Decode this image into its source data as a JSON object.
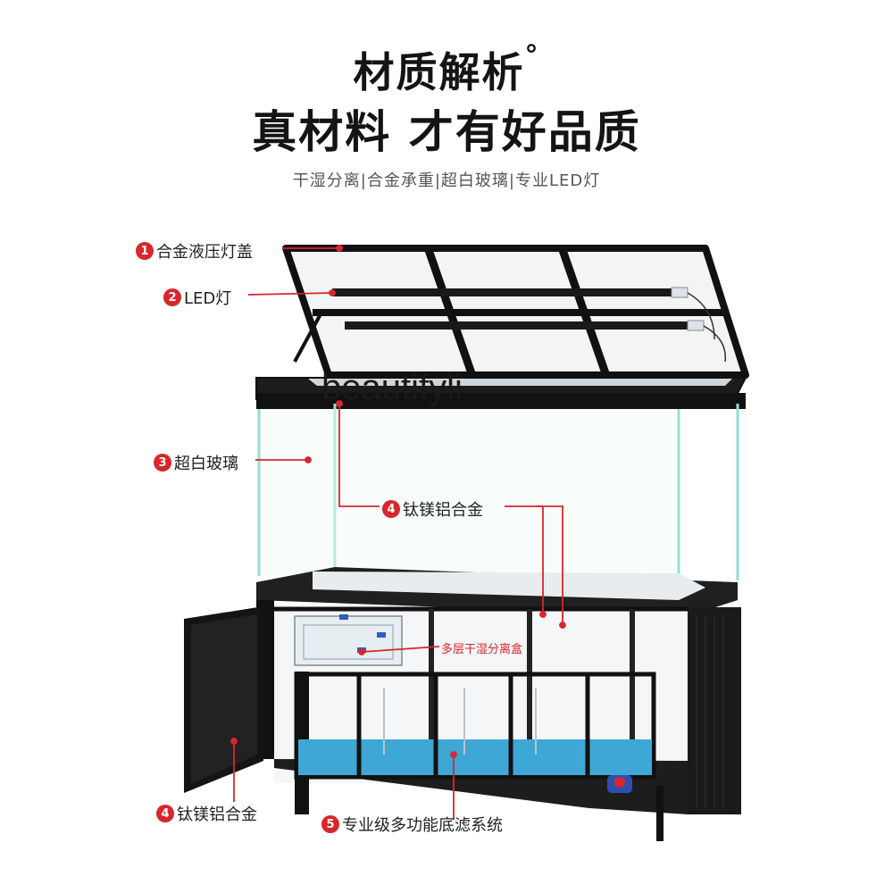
{
  "header": {
    "title_line1": "材质解析",
    "title_mark": "°",
    "title_line2": "真材料 才有好品质",
    "features": "干湿分离|合金承重|超白玻璃|专业LED灯"
  },
  "watermark": "beautifyli",
  "callouts": [
    {
      "number": "1",
      "label": "合金液压灯盖"
    },
    {
      "number": "2",
      "label": "LED灯"
    },
    {
      "number": "3",
      "label": "超白玻璃"
    },
    {
      "number": "4",
      "label": "钛镁铝合金"
    },
    {
      "number": "4",
      "label": "钛镁铝合金"
    },
    {
      "number": "5",
      "label": "专业级多功能底滤系统"
    }
  ],
  "inner_label": "多层干湿分离盒",
  "colors": {
    "accent": "#d9262c",
    "frame": "#111111",
    "water": "#3ea7d6"
  }
}
